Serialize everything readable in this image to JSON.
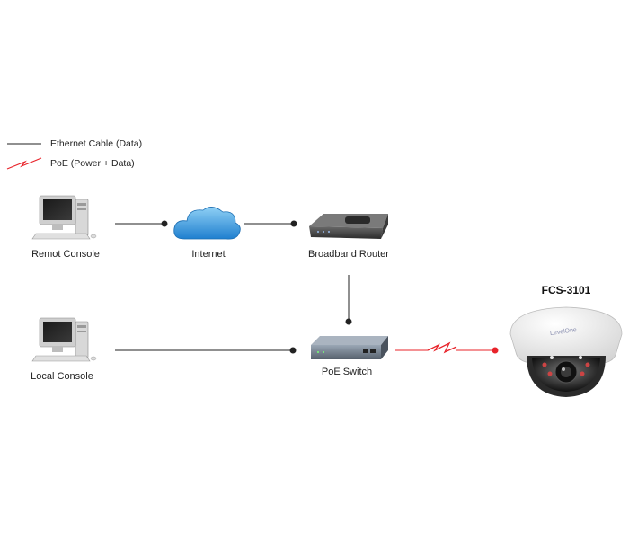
{
  "legend": {
    "ethernet_label": "Ethernet Cable (Data)",
    "poe_label": "PoE (Power + Data)"
  },
  "nodes": {
    "remote_console": "Remot Console",
    "internet": "Internet",
    "broadband_router": "Broadband Router",
    "local_console": "Local Console",
    "poe_switch": "PoE Switch",
    "camera_model": "FCS-3101"
  },
  "camera_brand_text": "LevelOne",
  "colors": {
    "line": "#222222",
    "poe": "#e8232a",
    "cloud": "#2a8fd6"
  }
}
